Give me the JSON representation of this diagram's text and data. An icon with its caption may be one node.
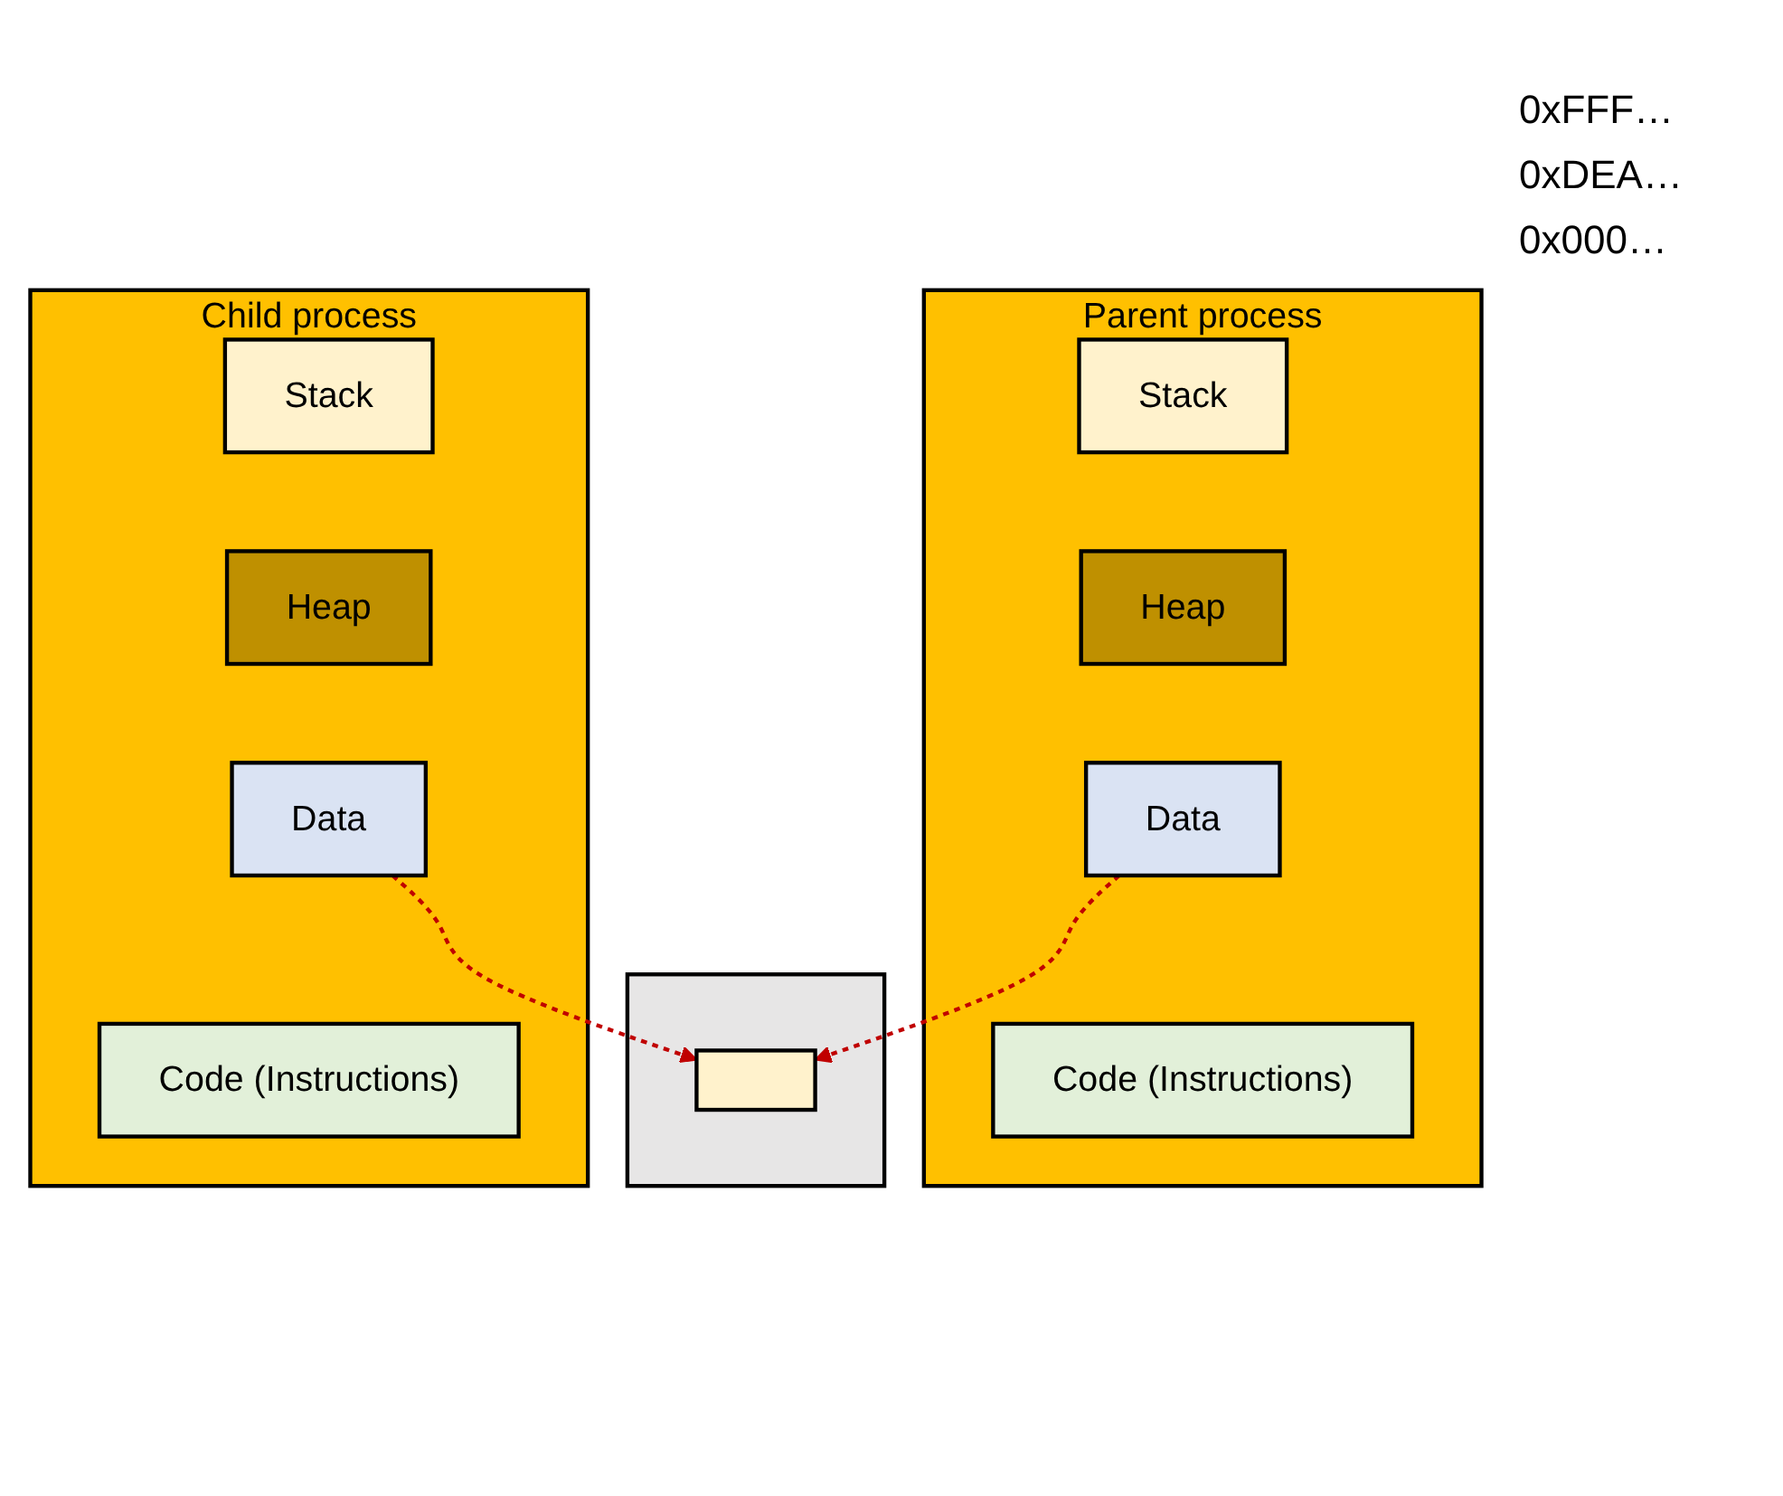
{
  "diagram": {
    "nodes": [
      {
        "text": [],
        "shape": "box"
      },
      {
        "text": [],
        "shape": "box",
        "in": 0
      },
      {
        "text": [
          "Parent process"
        ]
      },
      {
        "text": [
          "Stack"
        ],
        "in": 2
      },
      {
        "text": [
          "Heap"
        ],
        "in": 2
      },
      {
        "text": [
          "Data"
        ],
        "in": 2
      },
      {
        "text": [
          "Code (Instructions)"
        ],
        "in": 2
      },
      {
        "text": [
          "Child process"
        ]
      },
      {
        "text": [
          "Stack"
        ],
        "in": 7
      },
      {
        "text": [
          "Heap"
        ],
        "in": 7
      },
      {
        "text": [
          "Data"
        ],
        "in": 7
      },
      {
        "text": [
          "Code (Instructions)"
        ],
        "in": 7
      }
    ],
    "edges": [
      {
        "from": 5,
        "to": 1,
        "arrow": "to",
        "style": "dashed",
        "color": "#c00000"
      },
      {
        "from": 10,
        "to": 1,
        "arrow": "to",
        "style": "dashed",
        "color": "#c00000"
      }
    ],
    "labels": [
      "0xFFF…",
      "0xDEA…",
      "0x000…"
    ]
  }
}
